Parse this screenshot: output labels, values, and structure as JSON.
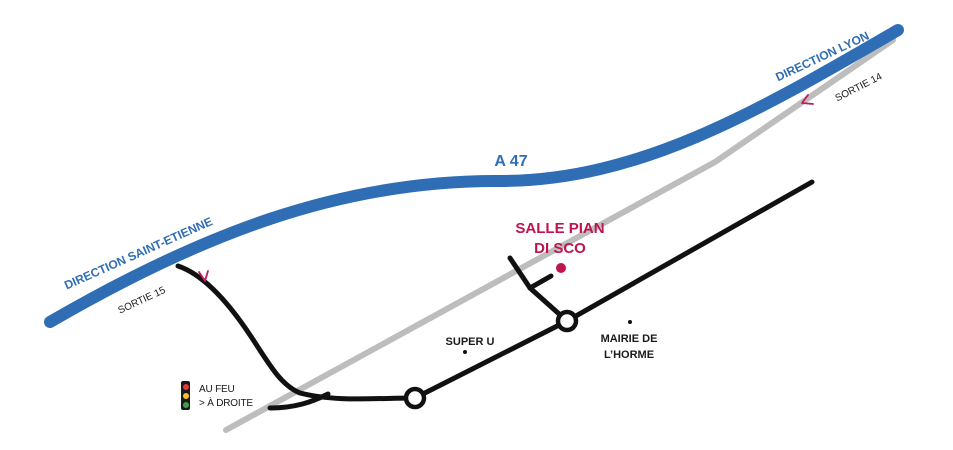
{
  "motorway": {
    "name": "A 47",
    "direction_east": "DIRECTION LYON",
    "direction_west": "DIRECTION SAINT-ETIENNE",
    "color": "#2f6db5"
  },
  "exits": {
    "east": "SORTIE 14",
    "west": "SORTIE 15",
    "marker_color": "#c2185b"
  },
  "venue": {
    "line1": "SALLE PIAN",
    "line2": "DI SCO",
    "color": "#c0144c"
  },
  "landmarks": {
    "super_u": "SUPER U",
    "mairie_line1": "MAIRIE DE",
    "mairie_line2": "L’HORME"
  },
  "instructions": {
    "line1": "AU FEU",
    "line2": "> À DROITE",
    "lamp_colors": [
      "#e53935",
      "#fbc02d",
      "#43a047"
    ]
  },
  "colors": {
    "road": "#111111",
    "rail": "#bdbdbd"
  }
}
